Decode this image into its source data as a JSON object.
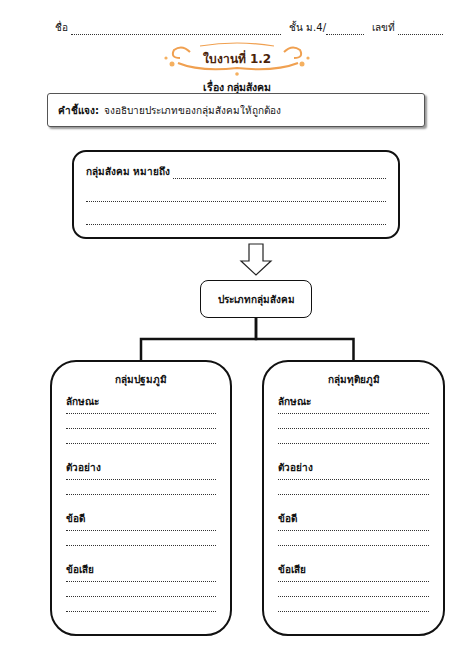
{
  "diagram": {
    "title": "ใบงานที่ 1.2",
    "nodes": [
      {
        "text": [
          "คำชี้แจง:",
          "จงอธิบายประเภทของกลุ่มสังคมให้ถูกต้อง"
        ]
      },
      {
        "text": [
          "กลุ่มสังคม หมายถึง"
        ]
      },
      {
        "text": [
          "ประเภทกลุ่มสังคม"
        ]
      },
      {
        "text": [
          "กลุ่มปฐมภูมิ",
          "ลักษณะ",
          "ตัวอย่าง",
          "ข้อดี",
          "ข้อเสีย"
        ]
      },
      {
        "text": [
          "กลุ่มทุติยภูมิ",
          "ลักษณะ",
          "ตัวอย่าง",
          "ข้อดี",
          "ข้อเสีย"
        ]
      }
    ],
    "edges": [
      {
        "from": 1,
        "to": 2,
        "arrow": "to"
      },
      {
        "from": 2,
        "to": 3,
        "arrow": "none"
      },
      {
        "from": 2,
        "to": 4,
        "arrow": "none"
      }
    ],
    "labels": [
      "ชื่อ",
      "ชั้น ม.4/",
      "เลขที่",
      "เรื่อง กลุ่มสังคม"
    ]
  }
}
